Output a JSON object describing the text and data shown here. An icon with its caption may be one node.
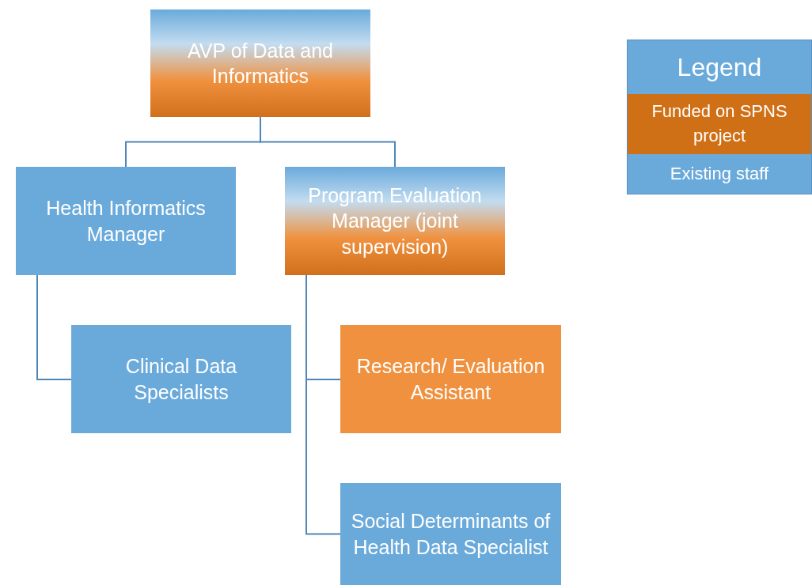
{
  "diagram": {
    "nodes": [
      {
        "text": [
          "AVP of Data and Informatics"
        ]
      },
      {
        "text": [
          "Health Informatics Manager"
        ]
      },
      {
        "text": [
          "Program Evaluation Manager (joint supervision)"
        ]
      },
      {
        "text": [
          "Clinical Data Specialists"
        ]
      },
      {
        "text": [
          "Research/ Evaluation Assistant"
        ]
      },
      {
        "text": [
          "Social Determinants of Health Data Specialist"
        ]
      }
    ],
    "edges": [
      {
        "from": 0,
        "to": 1,
        "arrow": "none"
      },
      {
        "from": 0,
        "to": 2,
        "arrow": "none"
      },
      {
        "from": 1,
        "to": 3,
        "arrow": "none"
      },
      {
        "from": 2,
        "to": 4,
        "arrow": "none"
      },
      {
        "from": 2,
        "to": 5,
        "arrow": "none"
      }
    ],
    "labels": [
      "Legend"
    ],
    "legend": [
      {
        "text": "Funded on SPNS project",
        "color": "#d07016"
      },
      {
        "text": "Existing staff",
        "color": "#6aaadb"
      }
    ]
  }
}
